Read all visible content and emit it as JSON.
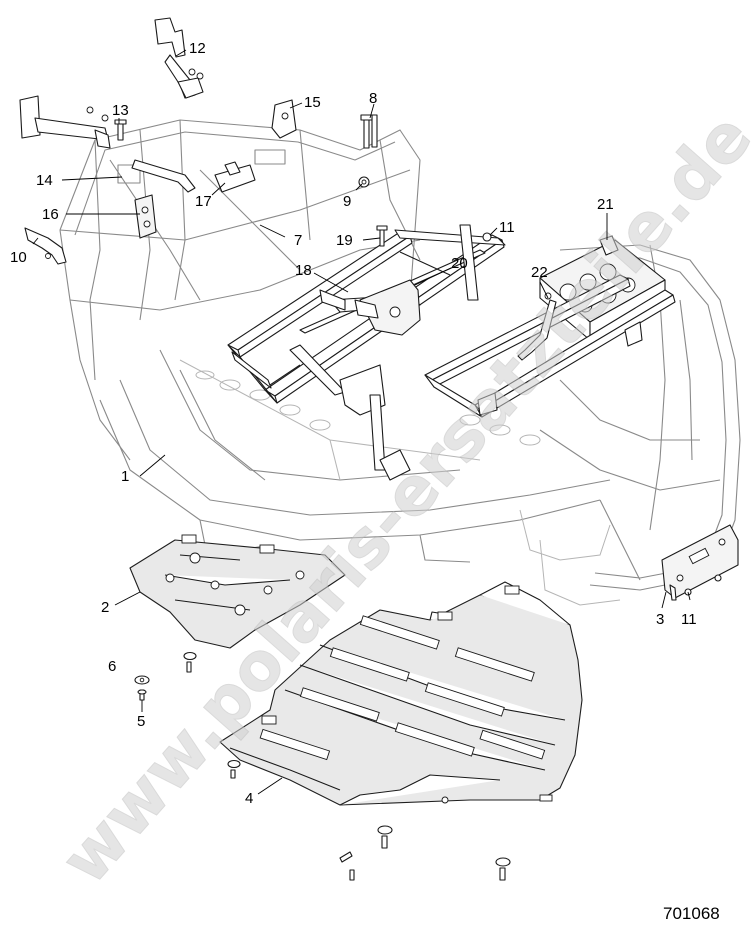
{
  "diagram": {
    "diagram_id": "701068",
    "watermark": "www.polaris-ersatzteile.de",
    "callouts": [
      {
        "id": "c1",
        "label": "1"
      },
      {
        "id": "c2",
        "label": "2"
      },
      {
        "id": "c3",
        "label": "3"
      },
      {
        "id": "c4",
        "label": "4"
      },
      {
        "id": "c5",
        "label": "5"
      },
      {
        "id": "c6",
        "label": "6"
      },
      {
        "id": "c7",
        "label": "7"
      },
      {
        "id": "c8",
        "label": "8"
      },
      {
        "id": "c9",
        "label": "9"
      },
      {
        "id": "c10",
        "label": "10"
      },
      {
        "id": "c11a",
        "label": "11"
      },
      {
        "id": "c11b",
        "label": "11"
      },
      {
        "id": "c12",
        "label": "12"
      },
      {
        "id": "c13",
        "label": "13"
      },
      {
        "id": "c14",
        "label": "14"
      },
      {
        "id": "c15",
        "label": "15"
      },
      {
        "id": "c16",
        "label": "16"
      },
      {
        "id": "c17",
        "label": "17"
      },
      {
        "id": "c18",
        "label": "18"
      },
      {
        "id": "c19",
        "label": "19"
      },
      {
        "id": "c20",
        "label": "20"
      },
      {
        "id": "c21",
        "label": "21"
      },
      {
        "id": "c22",
        "label": "22"
      }
    ]
  }
}
